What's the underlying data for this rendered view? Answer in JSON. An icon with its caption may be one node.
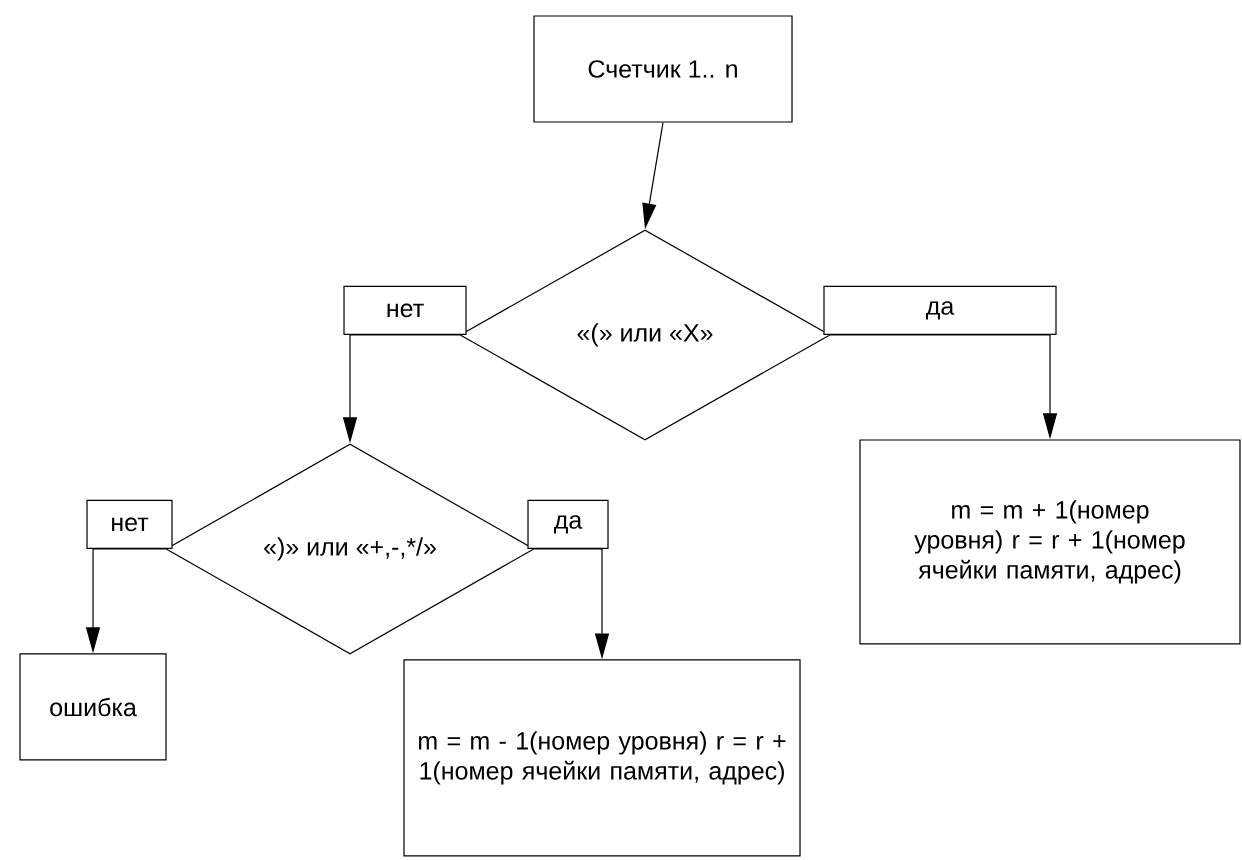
{
  "diagram": {
    "nodes": [
      {
        "text": [
          "Счетчик 1.. n"
        ]
      },
      {
        "text": [
          "«(» или «X»"
        ]
      },
      {
        "text": [
          "«)» или «+,-,*/»"
        ]
      },
      {
        "text": [
          "ошибка"
        ]
      },
      {
        "text": [
          "m = m - 1(номер уровня) r = r + 1(номер ячейки памяти, адрес)"
        ]
      },
      {
        "text": [
          "m = m + 1(номер уровня) r = r + 1(номер ячейки памяти, адрес)"
        ]
      }
    ],
    "edges": [
      {
        "from": 0,
        "to": 1,
        "arrow": "to"
      },
      {
        "from": 1,
        "to": 2,
        "arrow": "to",
        "label": "нет"
      },
      {
        "from": 1,
        "to": 5,
        "arrow": "to",
        "label": "да"
      },
      {
        "from": 2,
        "to": 3,
        "arrow": "to",
        "label": "нет"
      },
      {
        "from": 2,
        "to": 4,
        "arrow": "to",
        "label": "да"
      }
    ]
  }
}
